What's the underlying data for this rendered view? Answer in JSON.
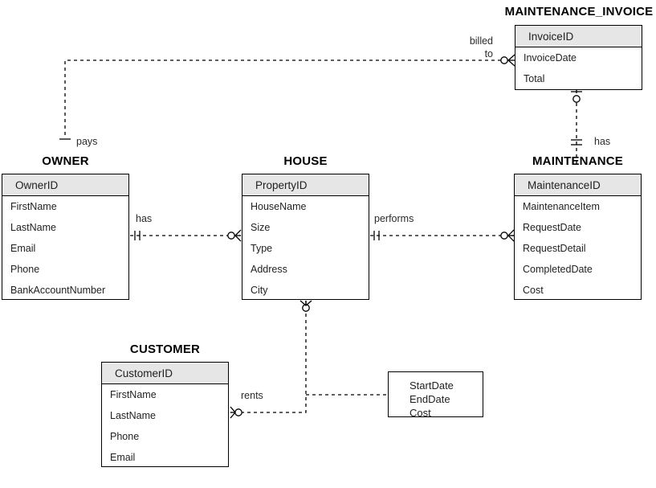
{
  "diagram": {
    "type": "entity-relationship-diagram",
    "notation": "crows-foot",
    "background_color": "#ffffff",
    "line_color": "#000000",
    "header_fill": "#e6e6e6",
    "text_color": "#1f1f1f"
  },
  "entities": [
    {
      "id": "maintenance_invoice",
      "title": "MAINTENANCE_INVOICE",
      "primary_key": "InvoiceID",
      "attributes": [
        "InvoiceDate",
        "Total"
      ]
    },
    {
      "id": "owner",
      "title": "OWNER",
      "primary_key": "OwnerID",
      "attributes": [
        "FirstName",
        "LastName",
        "Email",
        "Phone",
        "BankAccountNumber"
      ]
    },
    {
      "id": "house",
      "title": "HOUSE",
      "primary_key": "PropertyID",
      "attributes": [
        "HouseName",
        "Size",
        "Type",
        "Address",
        "City"
      ]
    },
    {
      "id": "maintenance",
      "title": "MAINTENANCE",
      "primary_key": "MaintenanceID",
      "attributes": [
        "MaintenanceItem",
        "RequestDate",
        "RequestDetail",
        "CompletedDate",
        "Cost"
      ]
    },
    {
      "id": "customer",
      "title": "CUSTOMER",
      "primary_key": "CustomerID",
      "attributes": [
        "FirstName",
        "LastName",
        "Phone",
        "Email"
      ]
    }
  ],
  "attribute_box": {
    "id": "rents_attributes",
    "lines": [
      "StartDate",
      "EndDate",
      "Cost"
    ]
  },
  "relationships": [
    {
      "id": "pays",
      "label": "pays",
      "label_line_1": "pays",
      "from": "OWNER",
      "to": "MAINTENANCE_INVOICE",
      "from_cardinality": "one-and-only-one",
      "to_cardinality": "zero-or-many"
    },
    {
      "id": "billed_to",
      "label": "billed to",
      "label_line_1": "billed",
      "label_line_2": "to",
      "from": "OWNER",
      "to": "MAINTENANCE_INVOICE",
      "to_cardinality": "zero-or-many"
    },
    {
      "id": "invoice_has_maintenance",
      "label": "has",
      "from": "MAINTENANCE_INVOICE",
      "to": "MAINTENANCE",
      "from_cardinality": "zero-or-one",
      "to_cardinality": "one-and-only-one"
    },
    {
      "id": "owner_has_house",
      "label": "has",
      "from": "OWNER",
      "to": "HOUSE",
      "from_cardinality": "one-and-only-one",
      "to_cardinality": "zero-or-many"
    },
    {
      "id": "house_performs_maintenance",
      "label": "performs",
      "from": "HOUSE",
      "to": "MAINTENANCE",
      "from_cardinality": "one-and-only-one",
      "to_cardinality": "zero-or-many"
    },
    {
      "id": "customer_rents_house",
      "label": "rents",
      "from": "CUSTOMER",
      "to": "HOUSE",
      "from_cardinality": "zero-or-many",
      "to_cardinality": "zero-or-many"
    }
  ]
}
